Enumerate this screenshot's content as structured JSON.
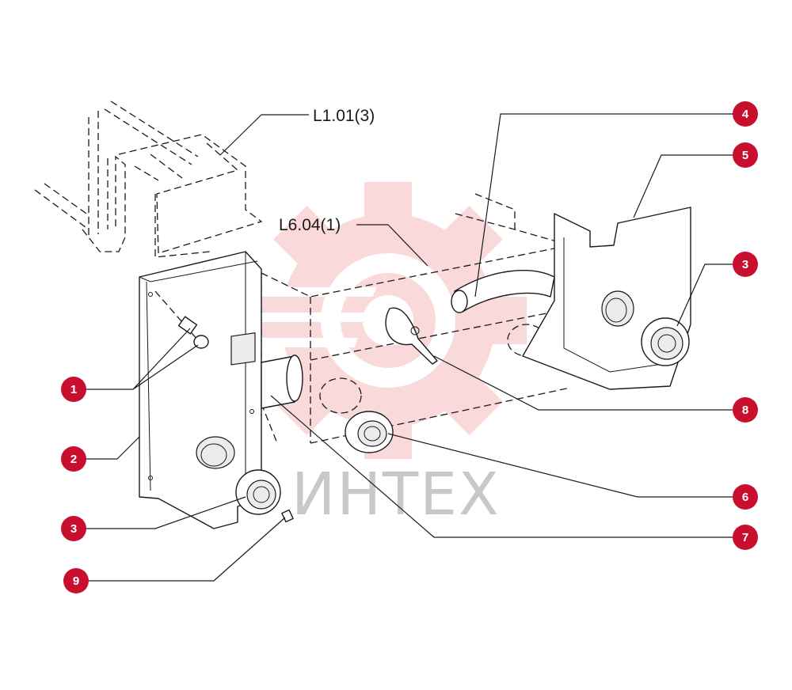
{
  "watermark": {
    "text": "ИНТЕХ",
    "gear_color": "#e8313a"
  },
  "references": [
    {
      "id": "ref-l101",
      "label": "L1.01(3)"
    },
    {
      "id": "ref-l604",
      "label": "L6.04(1)"
    }
  ],
  "callouts": [
    {
      "id": "c4",
      "number": "4"
    },
    {
      "id": "c5",
      "number": "5"
    },
    {
      "id": "c3-right",
      "number": "3"
    },
    {
      "id": "c8",
      "number": "8"
    },
    {
      "id": "c6",
      "number": "6"
    },
    {
      "id": "c7",
      "number": "7"
    },
    {
      "id": "c1",
      "number": "1"
    },
    {
      "id": "c2",
      "number": "2"
    },
    {
      "id": "c3-left",
      "number": "3"
    },
    {
      "id": "c9",
      "number": "9"
    }
  ],
  "colors": {
    "callout_fill": "#c8102e",
    "line": "#1a1a1a"
  }
}
